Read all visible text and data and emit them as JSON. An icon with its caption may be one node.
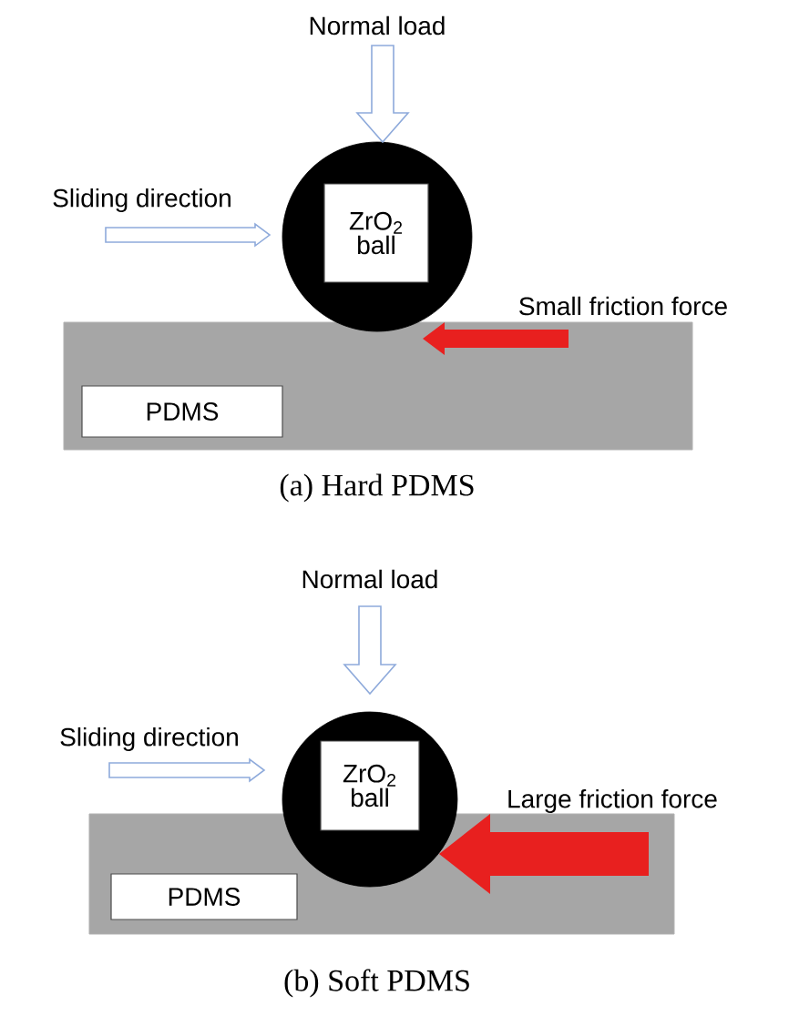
{
  "diagram": {
    "nodes": [
      {
        "text": [],
        "shape": "box"
      },
      {
        "text": [
          "PDMS"
        ],
        "in": 0
      },
      {
        "text": [],
        "shape": "circle"
      },
      {
        "text": [
          "ZrO$_{2}$ ball"
        ],
        "in": 2
      },
      {
        "text": [],
        "shape": "box"
      },
      {
        "text": [
          "PDMS"
        ],
        "in": 4
      },
      {
        "text": [],
        "shape": "circle"
      },
      {
        "text": [
          "ZrO$_{2}$ ball"
        ],
        "in": 6
      }
    ],
    "labels": [
      "Normal load",
      "Sliding direction",
      "Small friction force",
      "(a) Hard PDMS",
      "Normal load",
      "Sliding direction",
      "Large friction force",
      "(b) Soft PDMS"
    ]
  }
}
